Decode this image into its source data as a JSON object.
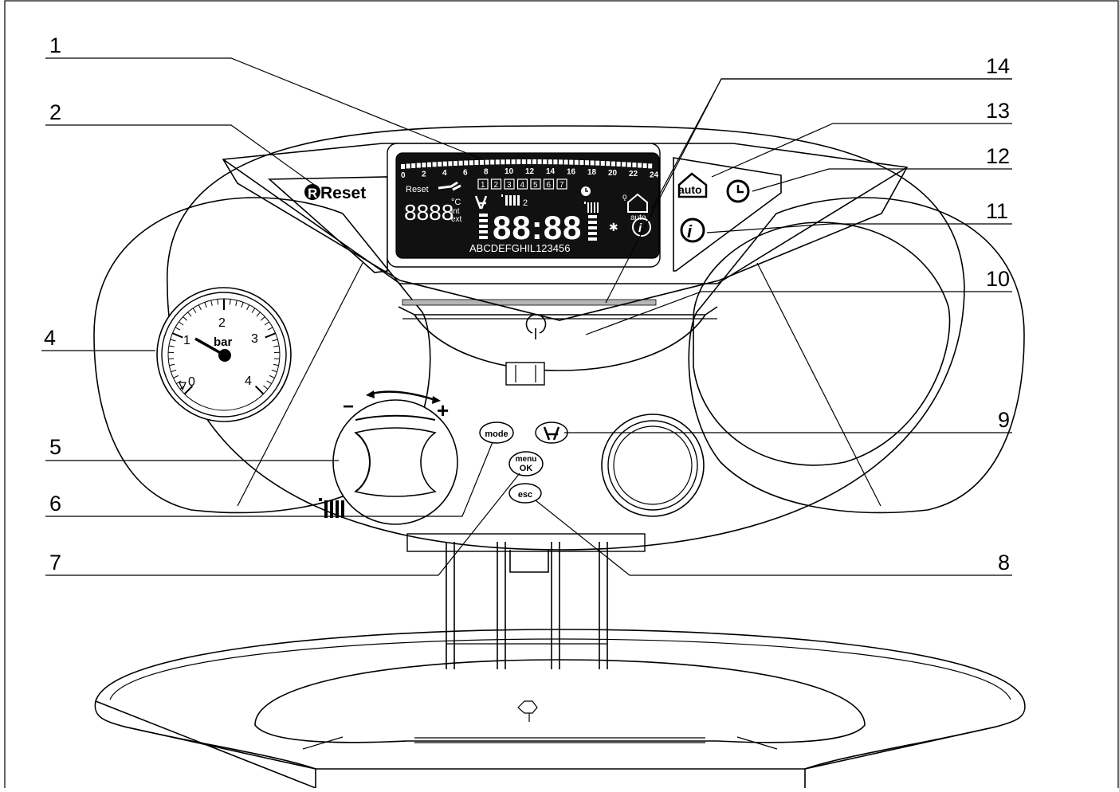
{
  "callouts": {
    "c1": "1",
    "c2": "2",
    "c4": "4",
    "c5": "5",
    "c6": "6",
    "c7": "7",
    "c8": "8",
    "c9": "9",
    "c10": "10",
    "c11": "11",
    "c12": "12",
    "c13": "13",
    "c14": "14"
  },
  "panel": {
    "reset_label": "Reset",
    "auto_label": "auto",
    "mode_label": "mode",
    "menu_label": "menu",
    "ok_label": "OK",
    "esc_label": "esc",
    "minus_label": "−",
    "plus_label": "+"
  },
  "gauge": {
    "unit": "bar",
    "ticks": [
      "0",
      "1",
      "2",
      "3",
      "4"
    ]
  },
  "lcd": {
    "hour_scale": [
      "0",
      "2",
      "4",
      "6",
      "8",
      "10",
      "12",
      "14",
      "16",
      "18",
      "20",
      "22",
      "24"
    ],
    "day_boxes": [
      "1",
      "2",
      "3",
      "4",
      "5",
      "6",
      "7"
    ],
    "reset_text": "Reset",
    "small_digits": "8888",
    "unit_c": "°C",
    "unit_int": "int",
    "unit_ext": "ext",
    "main_digits": "88:88",
    "zone_index": "2",
    "auto_text": "auto",
    "alpha_line": "ABCDEFGHIL123456"
  }
}
